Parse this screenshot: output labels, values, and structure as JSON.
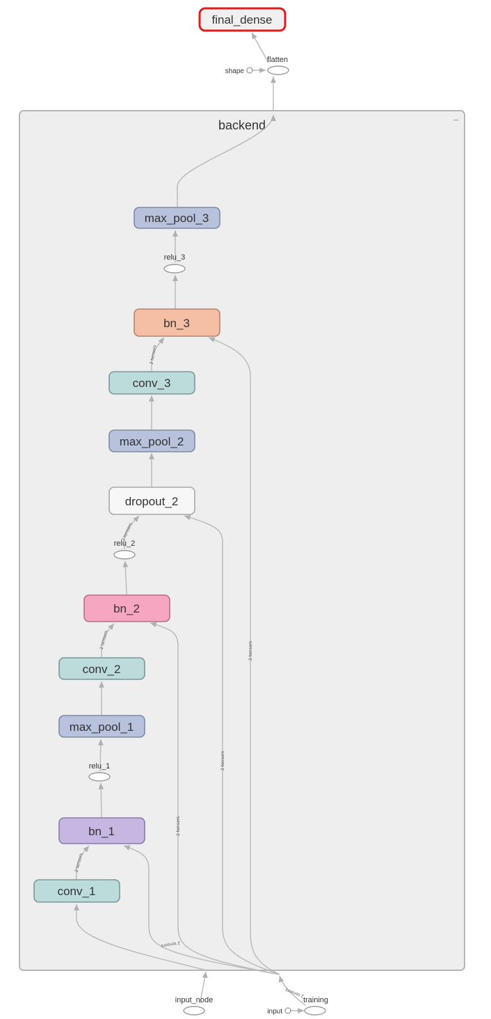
{
  "graph": {
    "group_label": "backend",
    "collapse_symbol": "−",
    "nodes": {
      "final_dense": "final_dense",
      "flatten": "flatten",
      "shape": "shape",
      "max_pool_3": "max_pool_3",
      "relu_3": "relu_3",
      "bn_3": "bn_3",
      "conv_3": "conv_3",
      "max_pool_2": "max_pool_2",
      "dropout_2": "dropout_2",
      "relu_2": "relu_2",
      "bn_2": "bn_2",
      "conv_2": "conv_2",
      "max_pool_1": "max_pool_1",
      "relu_1": "relu_1",
      "bn_1": "bn_1",
      "conv_1": "conv_1",
      "input_node": "input_node",
      "training": "training",
      "input": "input"
    },
    "edge_labels": {
      "conv3_bn3": "2 tensors",
      "relu2_dropout": "2 tensors",
      "conv2_bn2": "2 tensors",
      "conv1_bn1": "2 tensors",
      "training_bn3": "2 tensors",
      "training_dropout": "2 tensors",
      "training_bn2": "2 tensors",
      "training_bn1": "2 tensors",
      "training_out": "2 tensors"
    },
    "colors": {
      "group_fill": "#eeeeee",
      "group_stroke": "#b6b6b6",
      "max_pool": "#b8c2dd",
      "bn_3": "#f4bfa4",
      "conv": "#bcdcdb",
      "bn_2": "#f6a6c1",
      "bn_1": "#c5b6e2",
      "dropout": "#f7f7f7",
      "final_dense": "#f0f0f0",
      "selection": "#e21d1d",
      "edge": "#b8b8b8"
    }
  }
}
